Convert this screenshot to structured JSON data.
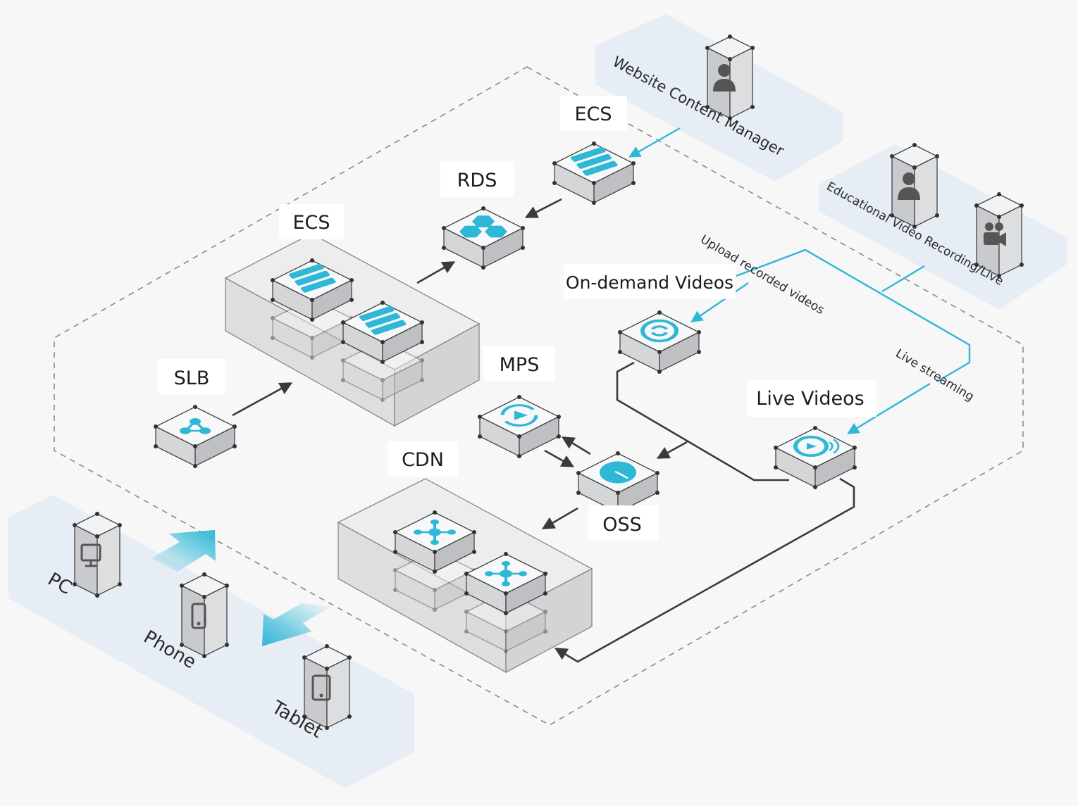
{
  "zones": {
    "content_manager": "Website Content Manager",
    "educational": "Educational Video Recording/Live",
    "upload": "Upload recorded videos",
    "live_streaming": "Live streaming"
  },
  "nodes": {
    "ecs_top": "ECS",
    "rds": "RDS",
    "ecs_cluster": "ECS",
    "slb": "SLB",
    "mps": "MPS",
    "cdn": "CDN",
    "oss": "OSS",
    "on_demand": "On-demand Videos",
    "live": "Live Videos"
  },
  "devices": {
    "pc": "PC",
    "phone": "Phone",
    "tablet": "Tablet"
  },
  "icons": {
    "ecs": "server-icon",
    "rds": "database-icon",
    "slb": "load-balancer-icon",
    "mps": "media-processing-icon",
    "oss": "storage-icon",
    "cdn": "network-icon",
    "vod": "video-on-demand-icon",
    "live": "live-video-icon",
    "manager": "person-icon",
    "camera": "camera-icon",
    "pc": "monitor-icon",
    "phone": "phone-icon",
    "tablet": "tablet-icon"
  },
  "colors": {
    "accent": "#2fb7d6",
    "zone": "#e6edf5",
    "arrow": "#3a3a3a"
  }
}
